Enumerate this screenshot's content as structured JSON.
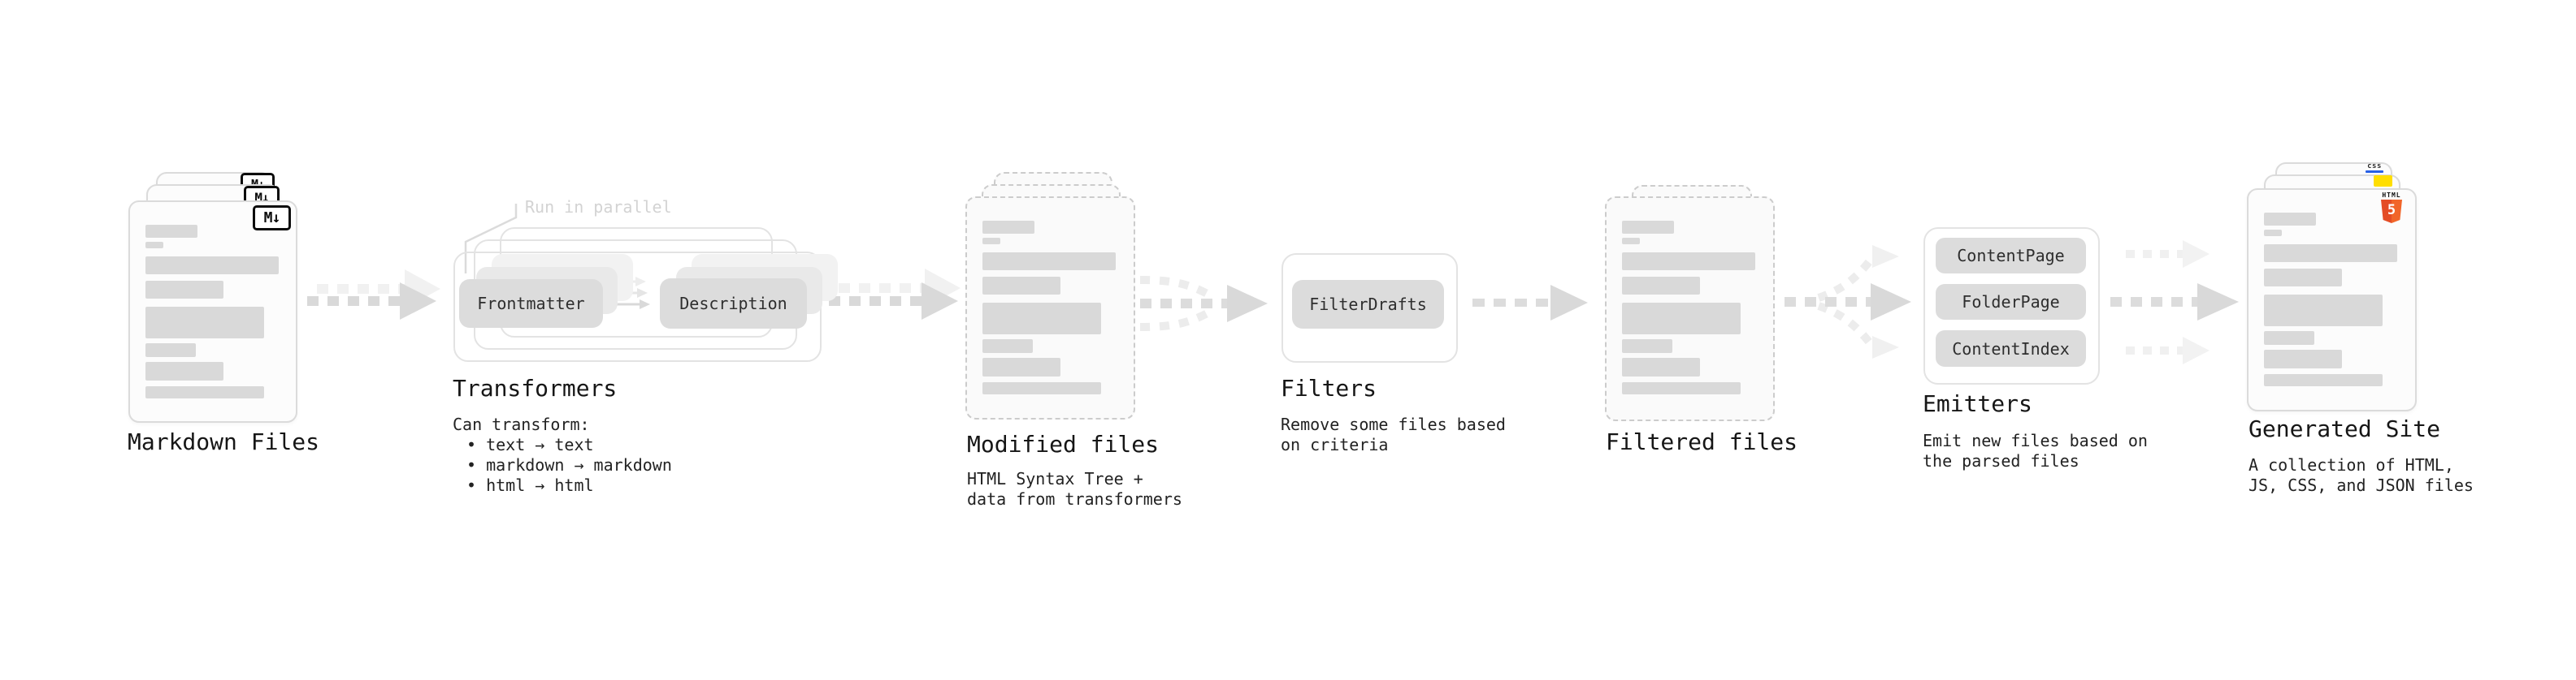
{
  "diagram": {
    "stages": {
      "markdown_files": {
        "title": "Markdown Files",
        "file_badge": "M↓"
      },
      "transformers": {
        "title": "Transformers",
        "annotation": "Run in parallel",
        "boxes": [
          "Frontmatter",
          "Description"
        ],
        "desc_lines": [
          "Can transform:",
          "• text → text",
          "• markdown → markdown",
          "• html → html"
        ]
      },
      "modified_files": {
        "title": "Modified files",
        "desc_lines": [
          "HTML Syntax Tree +",
          "data from transformers"
        ]
      },
      "filters": {
        "title": "Filters",
        "boxes": [
          "FilterDrafts"
        ],
        "desc_lines": [
          "Remove some files based",
          "on criteria"
        ]
      },
      "filtered_files": {
        "title": "Filtered files"
      },
      "emitters": {
        "title": "Emitters",
        "boxes": [
          "ContentPage",
          "FolderPage",
          "ContentIndex"
        ],
        "desc_lines": [
          "Emit new files based on",
          "the parsed files"
        ]
      },
      "generated_site": {
        "title": "Generated Site",
        "css_badge": "css",
        "html_badge_label": "HTML",
        "html_badge_number": "5",
        "desc_lines": [
          "A collection of HTML,",
          "JS, CSS, and JSON files"
        ]
      }
    },
    "colors": {
      "html5_orange": "#e44d26",
      "html5_orange_light": "#f16529",
      "js_yellow": "#ffde00",
      "css_blue": "#2760e6",
      "placeholder_gray": "#d9d9d9"
    }
  }
}
